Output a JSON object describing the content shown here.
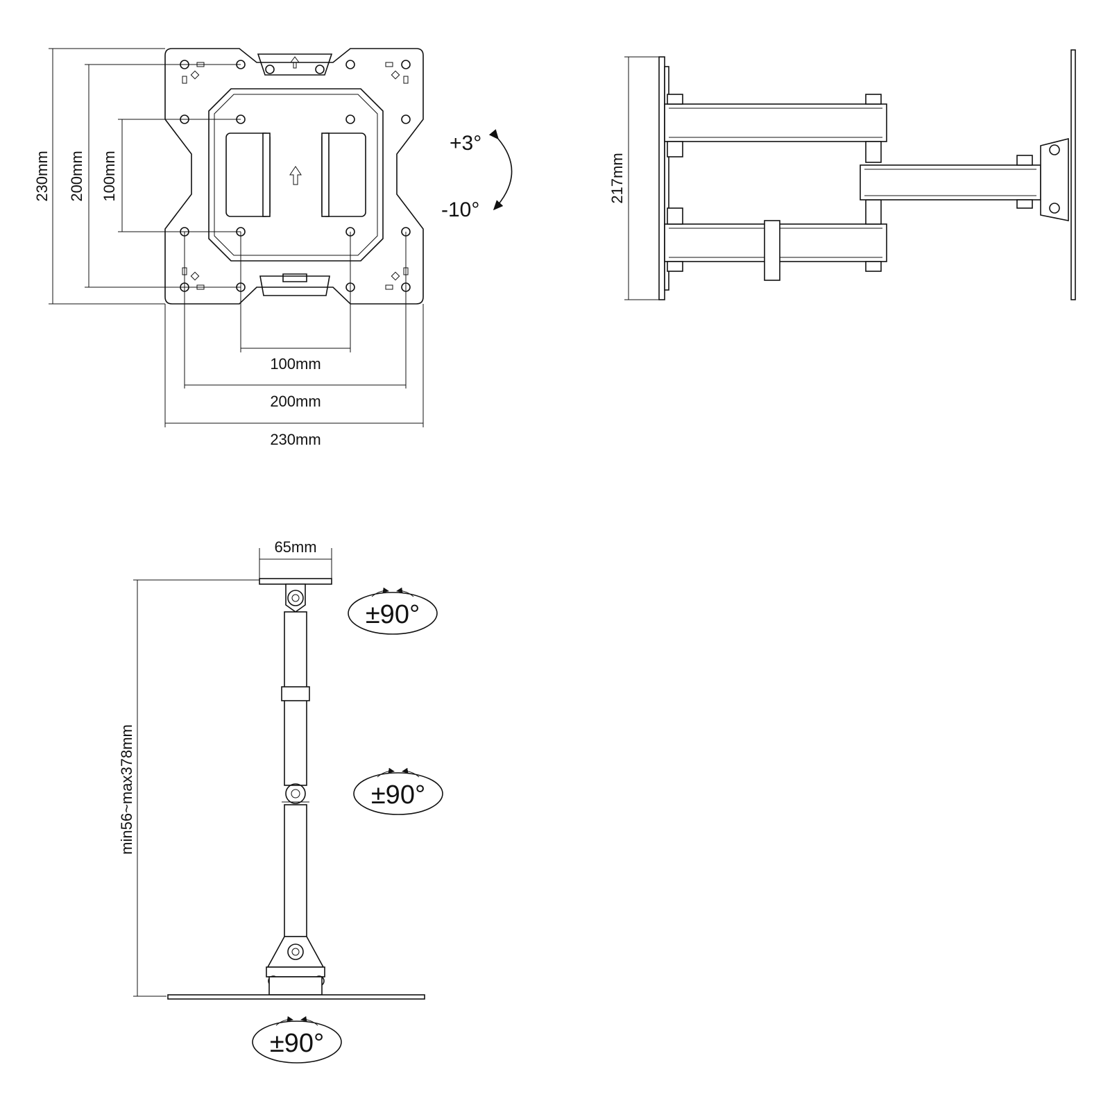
{
  "front_view": {
    "outer_height": "230mm",
    "vesa_height_200": "200mm",
    "vesa_height_100": "100mm",
    "vesa_width_100": "100mm",
    "vesa_width_200": "200mm",
    "outer_width": "230mm"
  },
  "tilt": {
    "up": "+3°",
    "down": "-10°"
  },
  "side_view": {
    "plate_height": "217mm"
  },
  "top_view": {
    "base_width": "65mm",
    "extension": "min56~max378mm",
    "swivel_top": "±90°",
    "swivel_middle": "±90°",
    "swivel_bottom": "±90°"
  }
}
